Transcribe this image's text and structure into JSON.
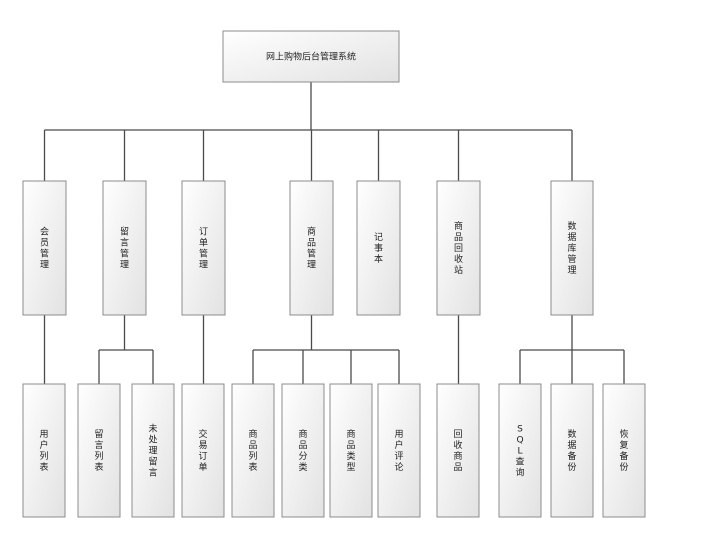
{
  "root": {
    "label": "网上购物后台管理系统"
  },
  "modules": [
    {
      "id": "member",
      "label": "会员管理",
      "children": [
        "用户列表"
      ]
    },
    {
      "id": "message",
      "label": "留言管理",
      "children": [
        "留言列表",
        "未处理留言"
      ]
    },
    {
      "id": "order",
      "label": "订单管理",
      "children": [
        "交易订单"
      ]
    },
    {
      "id": "product",
      "label": "商品管理",
      "children": [
        "商品列表",
        "商品分类",
        "商品类型",
        "用户评论"
      ]
    },
    {
      "id": "notebook",
      "label": "记事本",
      "children": []
    },
    {
      "id": "recycle",
      "label": "商品回收站",
      "children": [
        "回收商品"
      ]
    },
    {
      "id": "database",
      "label": "数据库管理",
      "children": [
        "SQL查询",
        "数据备份",
        "恢复备份"
      ]
    }
  ]
}
